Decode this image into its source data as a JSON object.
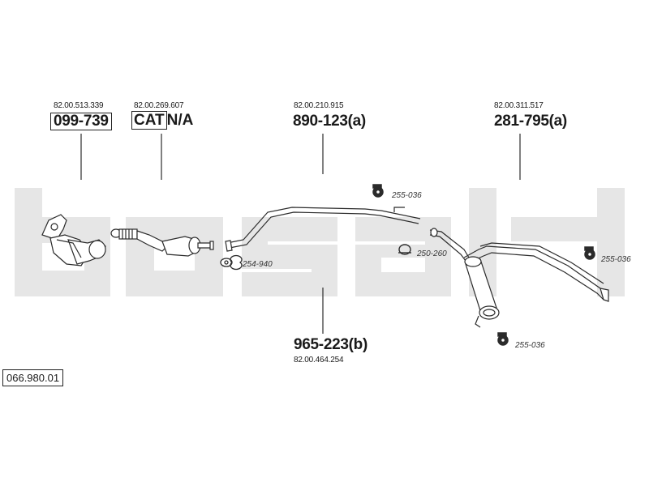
{
  "watermark": "bosal",
  "diagram_ref": "066.980.01",
  "parts": [
    {
      "oem": "82.00.513.339",
      "part_no": "099-739",
      "note": ""
    },
    {
      "oem": "82.00.269.607",
      "part_no": "CAT",
      "note": "N/A"
    },
    {
      "oem": "82.00.210.915",
      "part_no": "890-123(a)",
      "note": ""
    },
    {
      "oem": "82.00.311.517",
      "part_no": "281-795(a)",
      "note": ""
    },
    {
      "oem": "82.00.464.254",
      "part_no": "965-223(b)",
      "note": ""
    }
  ],
  "accessories": [
    {
      "code": "255-036",
      "icon": "rubber-hanger-icon"
    },
    {
      "code": "254-940",
      "icon": "gasket-icon"
    },
    {
      "code": "250-260",
      "icon": "clamp-icon"
    },
    {
      "code": "255-036",
      "icon": "rubber-hanger-icon"
    },
    {
      "code": "255-036",
      "icon": "rubber-hanger-icon"
    }
  ],
  "colors": {
    "line": "#2b2b2b",
    "watermark": "#e6e6e6",
    "pipe_fill": "#ffffff"
  }
}
